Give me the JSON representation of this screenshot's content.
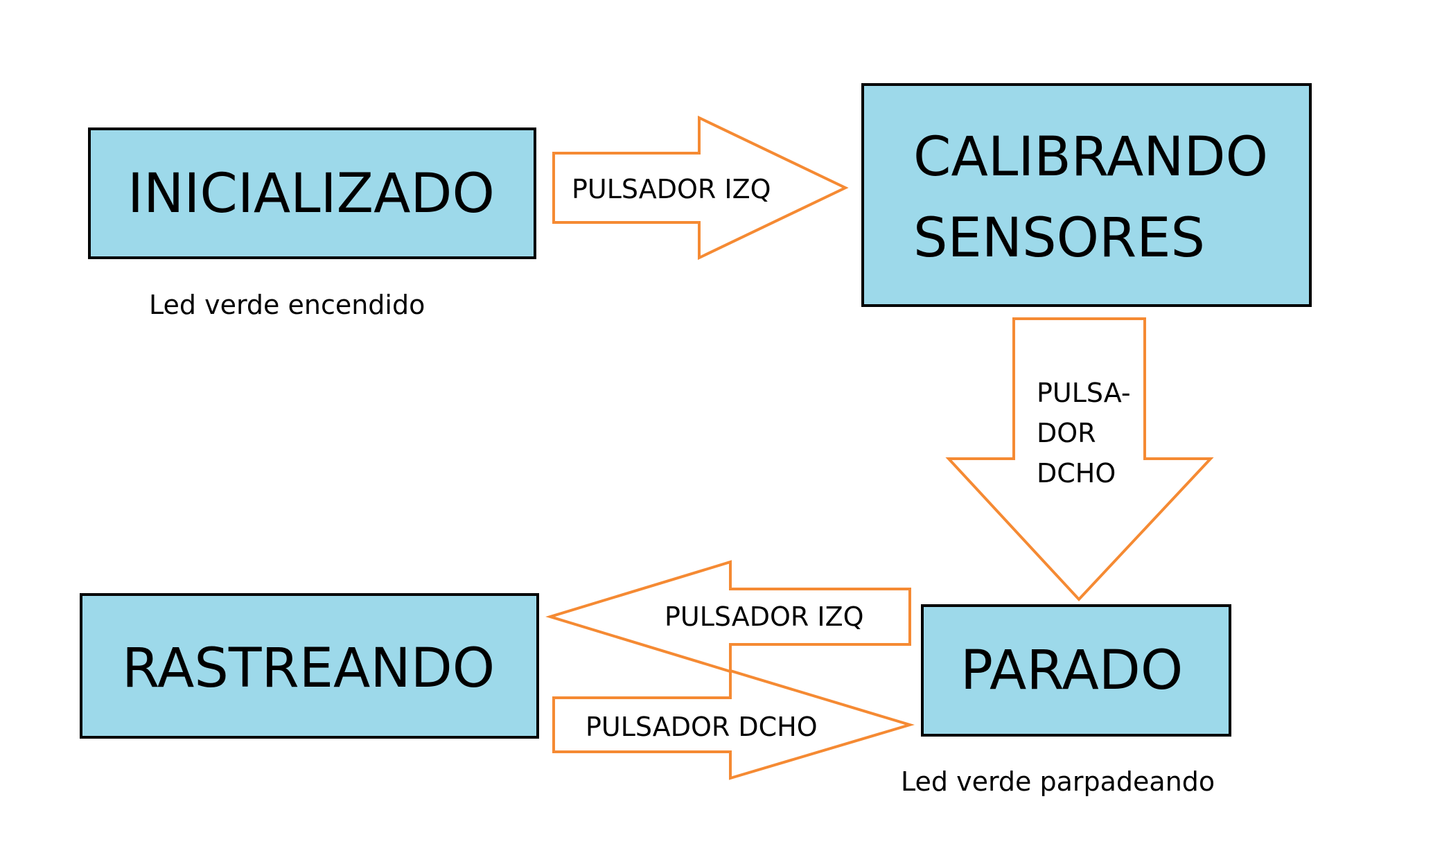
{
  "states": {
    "inicializado": "INICIALIZADO",
    "calibrando_line1": "CALIBRANDO",
    "calibrando_line2": "SENSORES",
    "rastreando": "RASTREANDO",
    "parado": "PARADO"
  },
  "transitions": {
    "inicializado_to_calibrando": "PULSADOR IZQ",
    "calibrando_to_parado_line1": "PULSA-",
    "calibrando_to_parado_line2": "DOR",
    "calibrando_to_parado_line3": "DCHO",
    "parado_to_rastreando": "PULSADOR IZQ",
    "rastreando_to_parado": "PULSADOR DCHO"
  },
  "notes": {
    "inicializado": "Led verde encendido",
    "parado": "Led verde parpadeando"
  },
  "colors": {
    "box_fill": "#9dd9ea",
    "box_stroke": "#000000",
    "arrow_stroke": "#f58a33",
    "arrow_fill": "#ffffff"
  }
}
